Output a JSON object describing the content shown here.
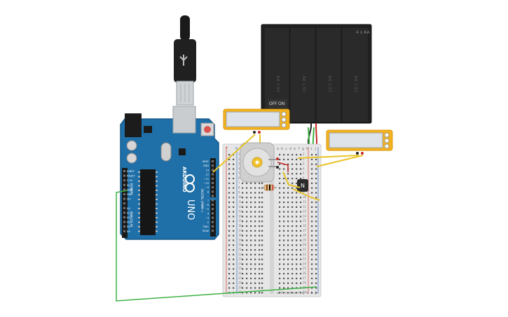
{
  "board": {
    "brand": "ARDUINO",
    "model": "UNO",
    "digital_label": "DIGITAL (PWM~)",
    "power_label": "POWER",
    "analog_label": "ANALOG IN",
    "left_pins": [
      "IOREF",
      "RESET",
      "3.3V",
      "5V",
      "GND",
      "GND",
      "Vin",
      "",
      "A0",
      "A1",
      "A2",
      "A3",
      "A4",
      "A5"
    ],
    "right_pins": [
      "AREF",
      "GND",
      "13",
      "12",
      "~11",
      "~10",
      "~9",
      "8",
      "",
      "7",
      "~6",
      "~5",
      "4",
      "~3",
      "2",
      "TX▸1",
      "RX◂0"
    ]
  },
  "battery": {
    "switch_off": "OFF",
    "switch_on": "ON",
    "cell_text": "AA 1.5V",
    "corner_text": "4 x AA"
  },
  "breadboard": {
    "col_letters_top": "a b c d e   f g h i j",
    "col_letters_bottom": "a b c d e   f g h i j",
    "rows": [
      "1",
      "2",
      "3",
      "4",
      "5",
      "6",
      "7",
      "8",
      "9",
      "10",
      "11",
      "12",
      "13",
      "14",
      "15",
      "16",
      "17",
      "18",
      "19",
      "20",
      "21",
      "22",
      "23",
      "24",
      "25",
      "26",
      "27",
      "28",
      "29",
      "30"
    ],
    "plus": "+",
    "minus": "−"
  },
  "transistor": {
    "label": "N"
  },
  "colors": {
    "board_blue": "#1f6fa8",
    "wire_green": "#3cb043",
    "wire_yellow": "#e8c42a",
    "meter_orange": "#f4b21d",
    "rail_red": "#d9534f",
    "rail_blue": "#4a7cc9"
  }
}
